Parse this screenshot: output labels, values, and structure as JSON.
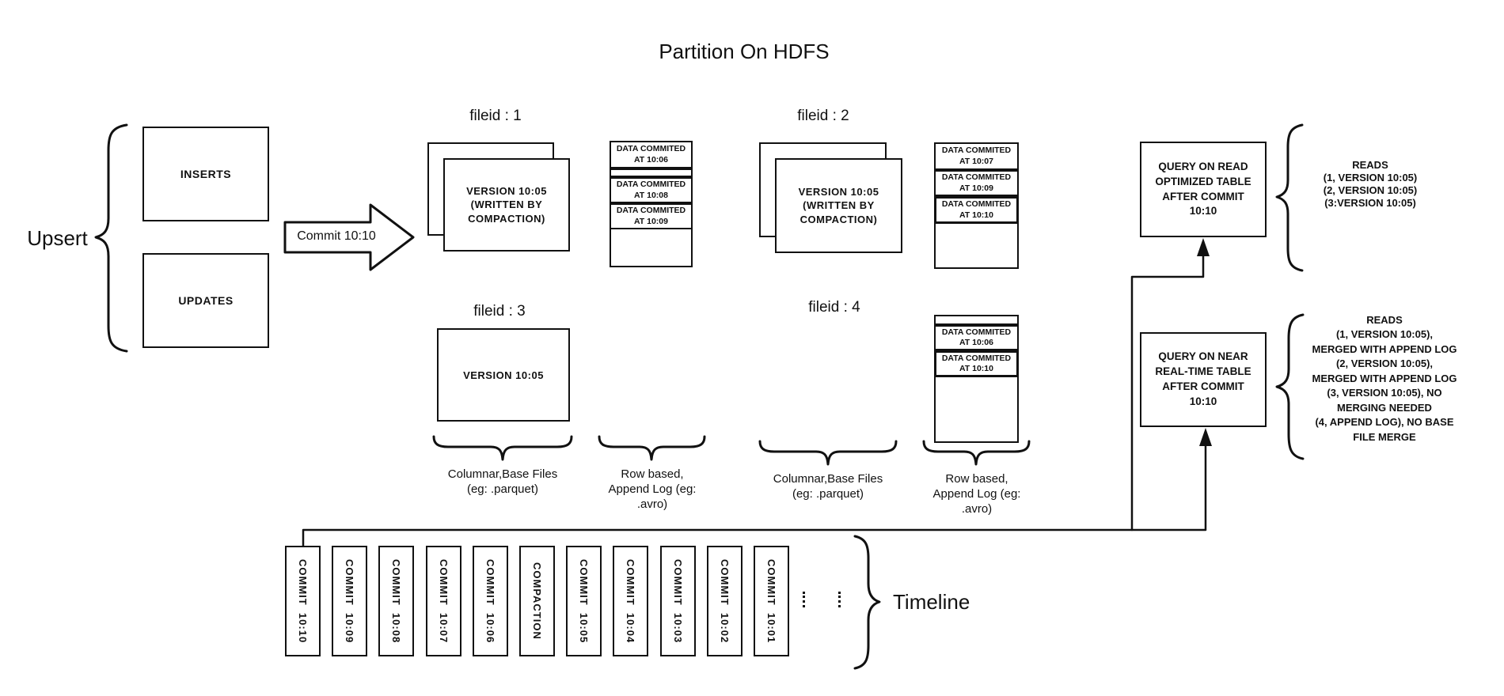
{
  "title": "Partition On HDFS",
  "upsert": {
    "label": "Upsert",
    "inserts": "INSERTS",
    "updates": "UPDATES"
  },
  "commit_arrow": {
    "label": "Commit 10:10"
  },
  "file_groups": {
    "f1": {
      "label": "fileid : 1",
      "base": "VERSION 10:05\n(WRITTEN BY\nCOMPACTION)",
      "log": {
        "c1": "DATA COMMITED\nAT 10:06",
        "c2": "DATA COMMITED\nAT 10:08",
        "c3": "DATA COMMITED\nAT 10:09"
      }
    },
    "f2": {
      "label": "fileid : 2",
      "base": "VERSION 10:05\n(WRITTEN BY\nCOMPACTION)",
      "log": {
        "c1": "DATA COMMITED\nAT 10:07",
        "c2": "DATA COMMITED\nAT 10:09",
        "c3": "DATA COMMITED\nAT 10:10"
      }
    },
    "f3": {
      "label": "fileid : 3",
      "base": "VERSION 10:05"
    },
    "f4": {
      "label": "fileid : 4",
      "log": {
        "c1": "DATA COMMITED\nAT 10:06",
        "c2": "DATA COMMITED\nAT 10:10"
      }
    }
  },
  "captions": {
    "columnar_left": "Columnar,Base Files\n(eg: .parquet)",
    "rowbased_left": "Row based,\nAppend Log  (eg:\n.avro)",
    "columnar_right": "Columnar,Base Files\n(eg: .parquet)",
    "rowbased_right": "Row based,\nAppend Log  (eg:\n.avro)"
  },
  "queries": {
    "read_optimized": {
      "box": "QUERY ON READ\nOPTIMIZED TABLE\nAFTER COMMIT\n10:10",
      "reads": "READS\n(1, VERSION 10:05)\n(2, VERSION 10:05)\n(3:VERSION 10:05)"
    },
    "near_realtime": {
      "box": "QUERY ON NEAR\nREAL-TIME TABLE\nAFTER COMMIT\n10:10",
      "reads": "READS\n(1, VERSION 10:05),\nMERGED WITH APPEND LOG\n(2, VERSION 10:05),\nMERGED WITH APPEND LOG\n(3, VERSION 10:05), NO\nMERGING NEEDED\n(4, APPEND LOG), NO BASE\nFILE MERGE"
    }
  },
  "timeline": {
    "label": "Timeline",
    "items": [
      "COMMIT  10:10",
      "COMMIT  10:09",
      "COMMIT  10:08",
      "COMMIT  10:07",
      "COMMIT  10:06",
      "COMPACTION",
      "COMMIT  10:05",
      "COMMIT  10:04",
      "COMMIT  10:03",
      "COMMIT  10:02",
      "COMMIT  10:01"
    ]
  },
  "colors": {
    "ink": "#111111",
    "background": "#ffffff"
  }
}
